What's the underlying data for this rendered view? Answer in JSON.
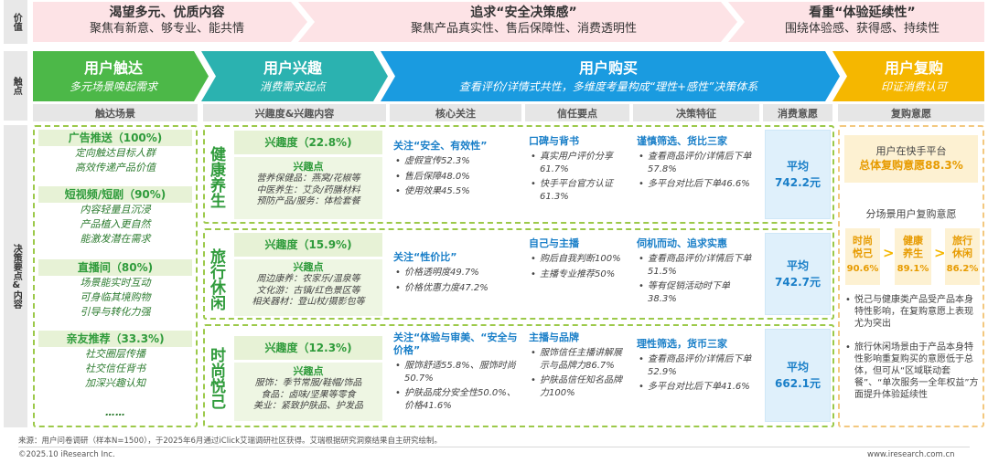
{
  "side_labels": {
    "value": "价值",
    "touch": "触点",
    "decision": "决策要点&内容"
  },
  "top_bands": [
    {
      "title": "渴望多元、优质内容",
      "sub": "聚焦有新意、够专业、能共情"
    },
    {
      "title": "追求“安全决策感”",
      "sub": "聚焦产品真实性、售后保障性、消费透明性"
    },
    {
      "title": "看重“体验延续性”",
      "sub": "围绕体验感、获得感、持续性"
    }
  ],
  "phases": [
    {
      "title": "用户触达",
      "sub": "多元场景唤起需求"
    },
    {
      "title": "用户兴趣",
      "sub": "消费需求起点"
    },
    {
      "title": "用户购买",
      "sub": "查看评价/详情式共性，多维度考量构成“理性+感性”决策体系"
    },
    {
      "title": "用户复购",
      "sub": "印证消费认可"
    }
  ],
  "col_headers": [
    "触达场景",
    "兴趣度&兴趣内容",
    "核心关注",
    "信任要点",
    "决策特征",
    "消费意愿",
    "复购意愿"
  ],
  "reach": [
    {
      "title": "广告推送（100%)",
      "lines": [
        "定向触达目标人群",
        "高效传递产品价值"
      ]
    },
    {
      "title": "短视频/短剧（90%)",
      "lines": [
        "内容轻量且沉浸",
        "产品植入更自然",
        "能激发潜在需求"
      ]
    },
    {
      "title": "直播间（80%)",
      "lines": [
        "场景能实时互动",
        "可身临其境购物",
        "引导与转化力强"
      ]
    },
    {
      "title": "亲友推荐（33.3%)",
      "lines": [
        "社交圈层传播",
        "社交信任背书",
        "加深兴趣认知"
      ]
    }
  ],
  "reach_more": "……",
  "interest_points_label": "兴趣点",
  "rows": [
    {
      "category": "健康养生",
      "interest_level": "兴趣度（22.8%)",
      "interest_points": [
        "营养保健品：燕窝/花椒等",
        "中医养生：艾灸/药膳材料",
        "预防产品/服务：体检套餐"
      ],
      "focus_title": "关注“安全、有效性”",
      "focus_items": [
        "虚假宣传52.3%",
        "售后保障48.0%",
        "使用效果45.5%"
      ],
      "trust_title": "口碑与背书",
      "trust_items": [
        "真实用户评价分享61.7%",
        "快手平台官方认证61.3%"
      ],
      "decision_title": "谨慎筛选、货比三家",
      "decision_items": [
        "查看商品评价/详情后下单57.8%",
        "多平台对比后下单46.6%"
      ],
      "avg_label": "平均",
      "avg_value": "742.2元"
    },
    {
      "category": "旅行休闲",
      "interest_level": "兴趣度（15.9%)",
      "interest_points": [
        "周边康养：农家乐/温泉等",
        "文化游：古镇/红色景区等",
        "相关器材：登山杖/摄影包等"
      ],
      "focus_title": "关注“性价比”",
      "focus_items": [
        "价格透明度49.7%",
        "价格优惠力度47.2%"
      ],
      "trust_title": "自己与主播",
      "trust_items": [
        "购后自我判断100%",
        "主播专业推荐50%"
      ],
      "decision_title": "伺机而动、追求实惠",
      "decision_items": [
        "查看商品评价/详情后下单51.5%",
        "等有促销活动时下单38.3%"
      ],
      "avg_label": "平均",
      "avg_value": "742.7元"
    },
    {
      "category": "时尚悦己",
      "interest_level": "兴趣度（12.3%)",
      "interest_points": [
        "服饰：季节常服/鞋帽/饰品",
        "食品：卤味/坚果等零食",
        "美业：紧致护肤品、护发品"
      ],
      "focus_title": "关注“体验与审美、“安全与价格”",
      "focus_items": [
        "服饰舒适55.8%、服饰时尚50.7%",
        "护肤品成分安全性50.0%、价格41.6%"
      ],
      "trust_title": "主播与品牌",
      "trust_items": [
        "服饰信任主播讲解展示与品牌力86.7%",
        "护肤品信任知名品牌力100%"
      ],
      "decision_title": "理性筛选，货币三家",
      "decision_items": [
        "查看商品评价/详情后下单52.9%",
        "多平台对比后下单41.6%"
      ],
      "avg_label": "平均",
      "avg_value": "662.1元"
    }
  ],
  "repurchase": {
    "intro": "用户在快手平台",
    "overall": "总体复购意愿88.3%",
    "scene_title": "分场景用户复购意愿",
    "scenes": [
      {
        "name": "时尚悦己",
        "value": "90.6%"
      },
      {
        "name": "健康养生",
        "value": "89.1%"
      },
      {
        "name": "旅行休闲",
        "value": "86.2%"
      }
    ],
    "gt": ">",
    "notes": [
      "悦己与健康类产品受产品本身特性影响，在复购意愿上表现尤为突出",
      "旅行休闲场景由于产品本身特性影响重复购买的意愿低于总体，但可从“区域联动套餐”、“单次服务一全年权益”方面提升体验延续性"
    ]
  },
  "footer": {
    "source": "来源：用户问卷调研（样本N=1500），于2025年6月通过iClick艾瑞调研社区获得。艾瑞根据研究洞察结果自主研究绘制。",
    "copyright": "©2025.10 iResearch Inc.",
    "site": "www.iresearch.com.cn"
  },
  "colors": {
    "green": "#4cb848",
    "teal": "#2bb2b0",
    "blue": "#1a9be0",
    "yellow": "#f5b700",
    "pink_band": "#fde3e6"
  }
}
